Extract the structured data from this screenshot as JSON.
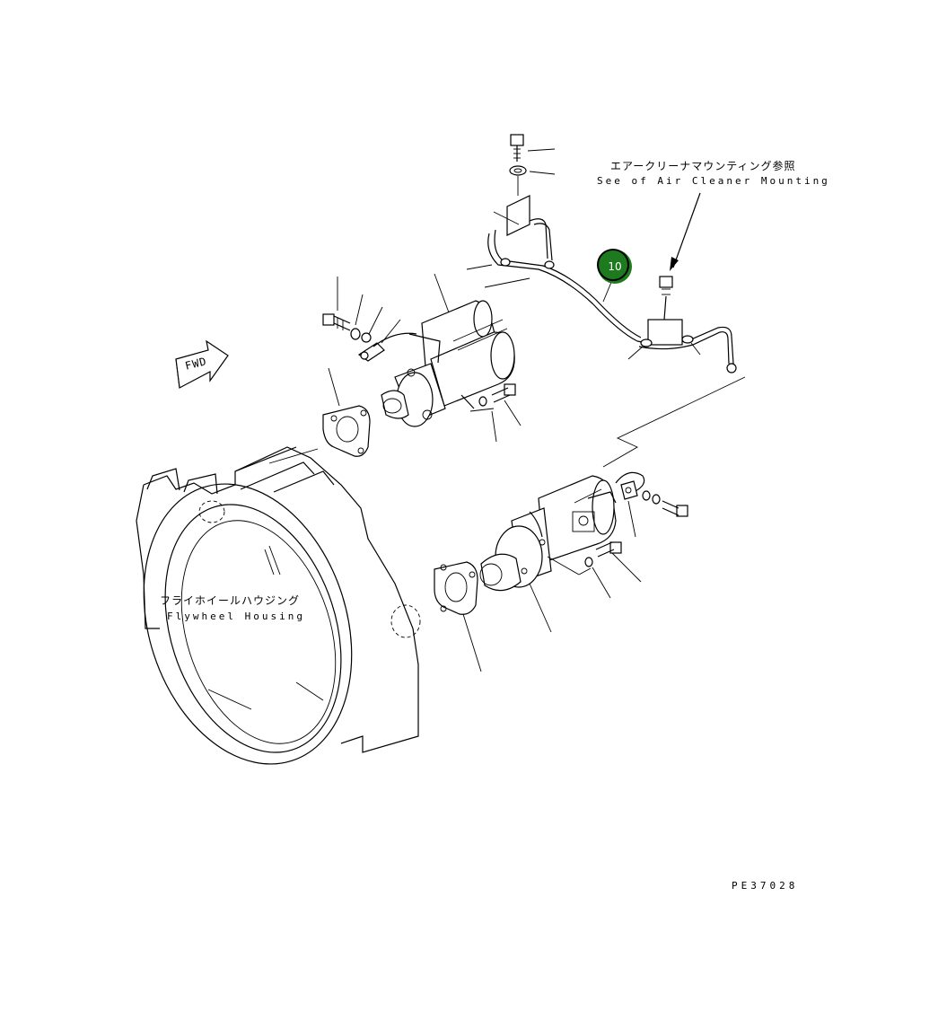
{
  "labels": {
    "air_cleaner_jp": "エアークリーナマウンティング参照",
    "air_cleaner_en": "See of Air Cleaner Mounting",
    "flywheel_jp": "フライホイールハウジング",
    "flywheel_en": "Flywheel Housing",
    "fwd": "FWD",
    "drawing_code": "PE37028"
  },
  "callouts": [
    {
      "number": "10",
      "color": "#1e7a1e"
    }
  ]
}
